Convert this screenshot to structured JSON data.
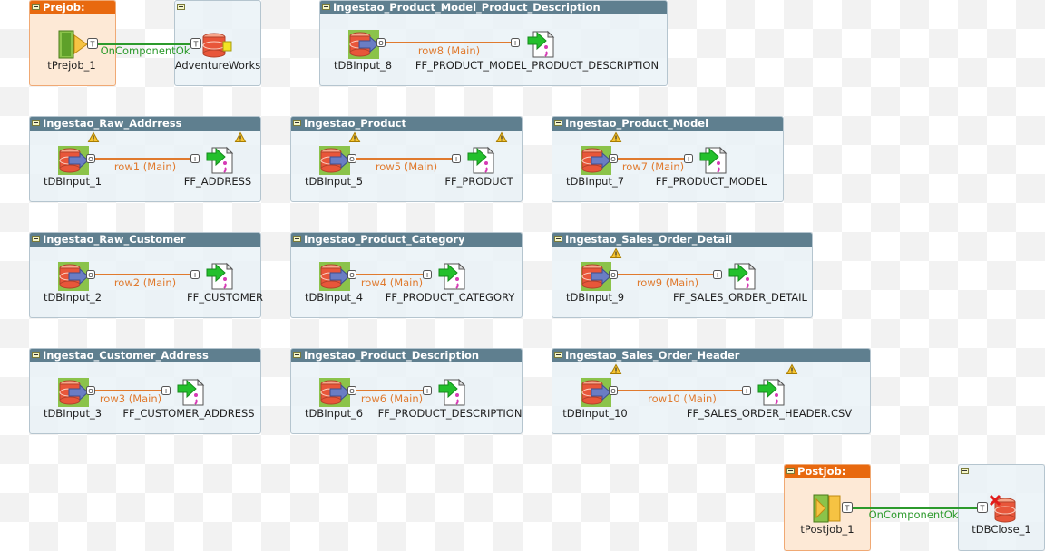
{
  "prejob": {
    "title": "Prejob:",
    "label": "tPrejob_1"
  },
  "adventure": {
    "label": "AdventureWorks"
  },
  "postjob": {
    "title": "Postjob:",
    "label": "tPostjob_1"
  },
  "dbclose": {
    "label": "tDBClose_1"
  },
  "triggers": {
    "pre": "OnComponentOk",
    "post": "OnComponentOk"
  },
  "subjobs": {
    "model_desc": {
      "title": "Ingestao_Product_Model_Product_Description",
      "src": "tDBInput_8",
      "row": "row8 (Main)",
      "dst": "FF_PRODUCT_MODEL_PRODUCT_DESCRIPTION"
    },
    "raw_address": {
      "title": "Ingestao_Raw_Addrress",
      "src": "tDBInput_1",
      "row": "row1 (Main)",
      "dst": "FF_ADDRESS"
    },
    "product": {
      "title": "Ingestao_Product",
      "src": "tDBInput_5",
      "row": "row5 (Main)",
      "dst": "FF_PRODUCT"
    },
    "product_model": {
      "title": "Ingestao_Product_Model",
      "src": "tDBInput_7",
      "row": "row7 (Main)",
      "dst": "FF_PRODUCT_MODEL"
    },
    "raw_customer": {
      "title": "Ingestao_Raw_Customer",
      "src": "tDBInput_2",
      "row": "row2 (Main)",
      "dst": "FF_CUSTOMER"
    },
    "product_category": {
      "title": "Ingestao_Product_Category",
      "src": "tDBInput_4",
      "row": "row4 (Main)",
      "dst": "FF_PRODUCT_CATEGORY"
    },
    "sales_detail": {
      "title": "Ingestao_Sales_Order_Detail",
      "src": "tDBInput_9",
      "row": "row9 (Main)",
      "dst": "FF_SALES_ORDER_DETAIL"
    },
    "customer_address": {
      "title": "Ingestao_Customer_Address",
      "src": "tDBInput_3",
      "row": "row3 (Main)",
      "dst": "FF_CUSTOMER_ADDRESS"
    },
    "product_description": {
      "title": "Ingestao_Product_Description",
      "src": "tDBInput_6",
      "row": "row6 (Main)",
      "dst": "FF_PRODUCT_DESCRIPTION"
    },
    "sales_header": {
      "title": "Ingestao_Sales_Order_Header",
      "src": "tDBInput_10",
      "row": "row10 (Main)",
      "dst": "FF_SALES_ORDER_HEADER.CSV"
    }
  },
  "colors": {
    "subjob_header": "#5f7f8f",
    "prejob_header": "#e8690f",
    "row_link": "#e07a2e",
    "trigger_link": "#2c9a2c"
  }
}
